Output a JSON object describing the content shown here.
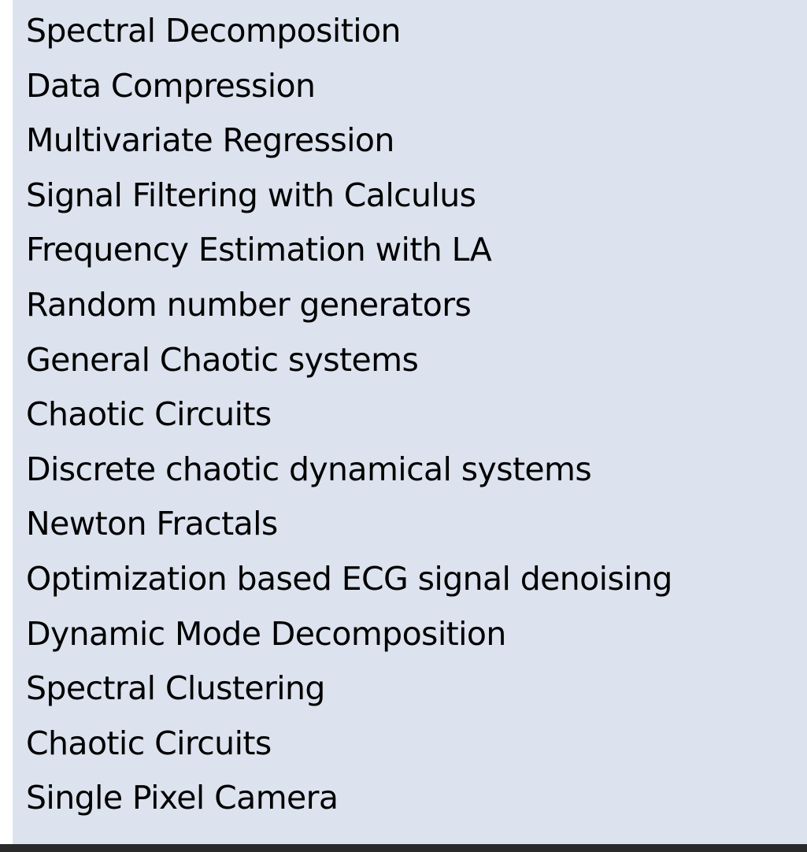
{
  "topics": [
    "Spectral Decomposition",
    "Data Compression",
    "Multivariate Regression",
    "Signal Filtering with Calculus",
    "Frequency Estimation with LA",
    "Random number generators",
    "General Chaotic systems",
    "Chaotic Circuits",
    "Discrete chaotic dynamical systems",
    "Newton Fractals",
    "Optimization based ECG signal denoising",
    "Dynamic Mode Decomposition",
    "Spectral Clustering",
    "Chaotic Circuits",
    "Single Pixel Camera"
  ],
  "colors": {
    "panel_background": "#dce3ee",
    "text": "#000000",
    "bottom_bar": "#2a2a2a"
  }
}
